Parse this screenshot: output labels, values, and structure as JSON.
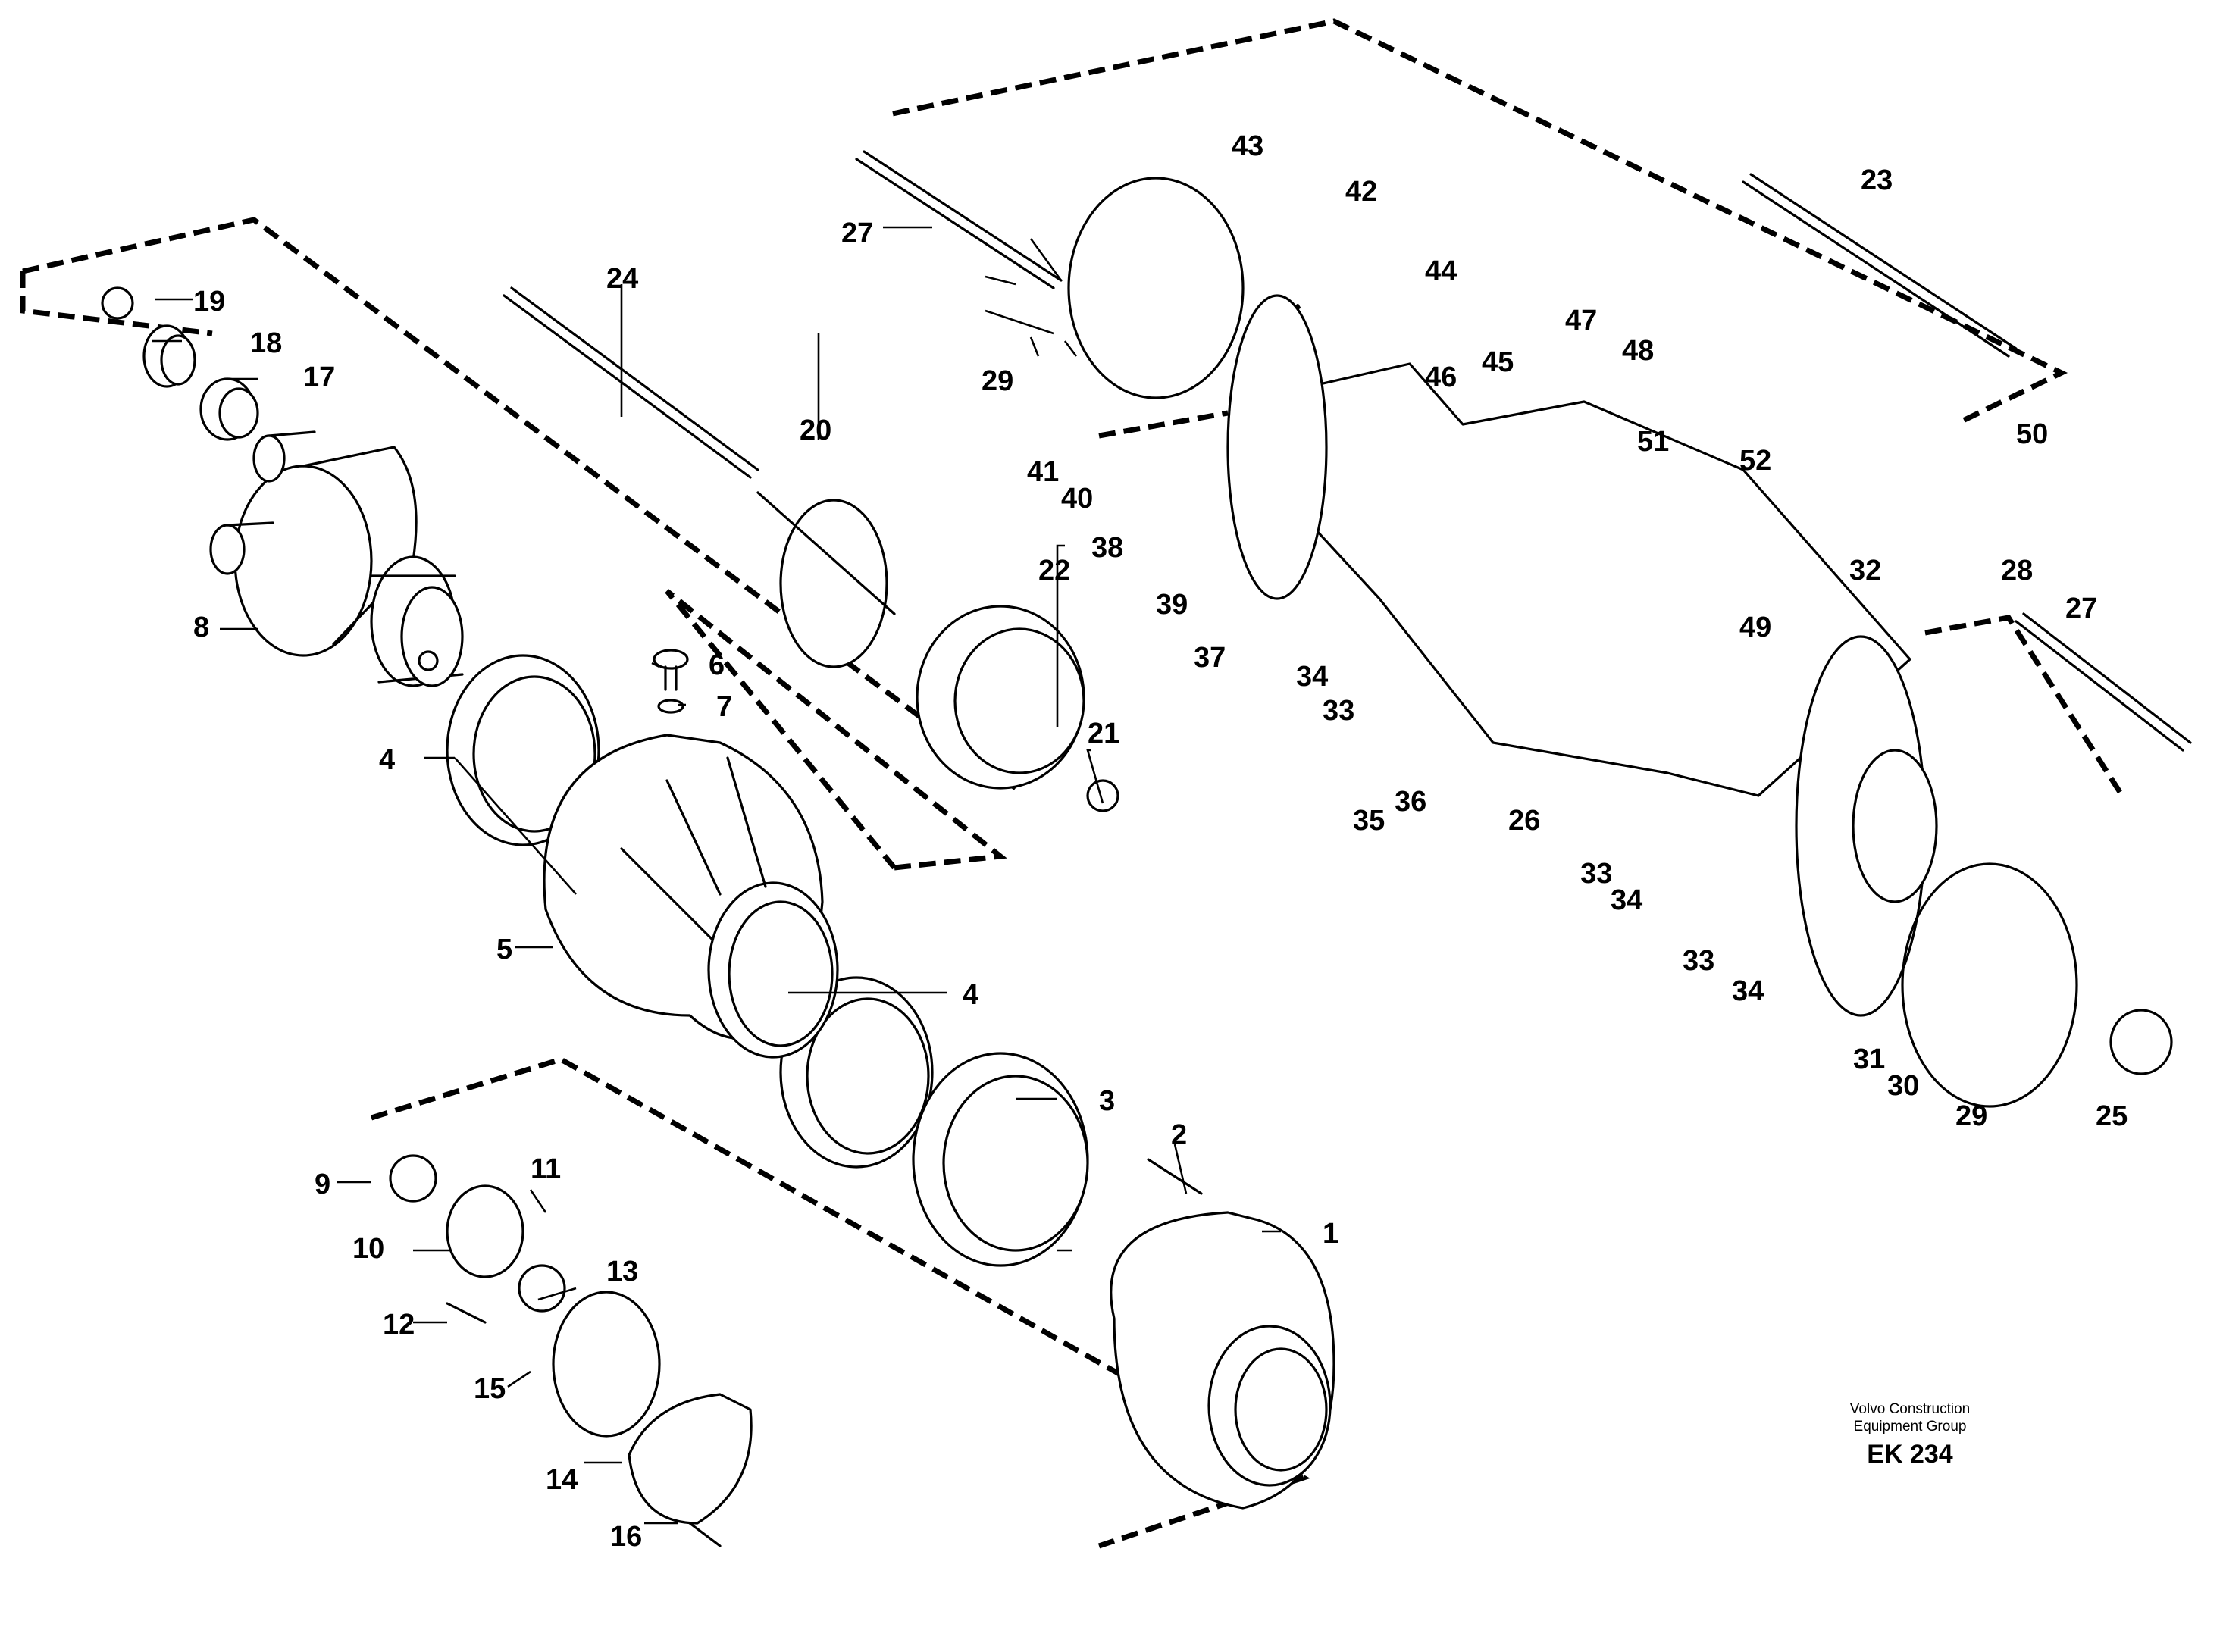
{
  "credit": {
    "line1": "Volvo Construction",
    "line2": "Equipment Group",
    "code": "EK 234"
  },
  "callouts": {
    "c1": "1",
    "c2": "2",
    "c3": "3",
    "c4a": "4",
    "c4b": "4",
    "c5": "5",
    "c6": "6",
    "c7": "7",
    "c8": "8",
    "c9": "9",
    "c10": "10",
    "c11": "11",
    "c12": "12",
    "c13": "13",
    "c14": "14",
    "c15": "15",
    "c16": "16",
    "c17": "17",
    "c18": "18",
    "c19": "19",
    "c20": "20",
    "c21": "21",
    "c22": "22",
    "c23": "23",
    "c24": "24",
    "c25": "25",
    "c26": "26",
    "c27a": "27",
    "c27b": "27",
    "c28": "28",
    "c29a": "29",
    "c29b": "29",
    "c30": "30",
    "c31": "31",
    "c32": "32",
    "c33a": "33",
    "c33b": "33",
    "c33c": "33",
    "c34a": "34",
    "c34b": "34",
    "c34c": "34",
    "c35": "35",
    "c36": "36",
    "c37": "37",
    "c38": "38",
    "c39": "39",
    "c40": "40",
    "c41": "41",
    "c42": "42",
    "c43": "43",
    "c44": "44",
    "c45": "45",
    "c46": "46",
    "c47": "47",
    "c48": "48",
    "c49": "49",
    "c50": "50",
    "c51": "51",
    "c52": "52"
  }
}
